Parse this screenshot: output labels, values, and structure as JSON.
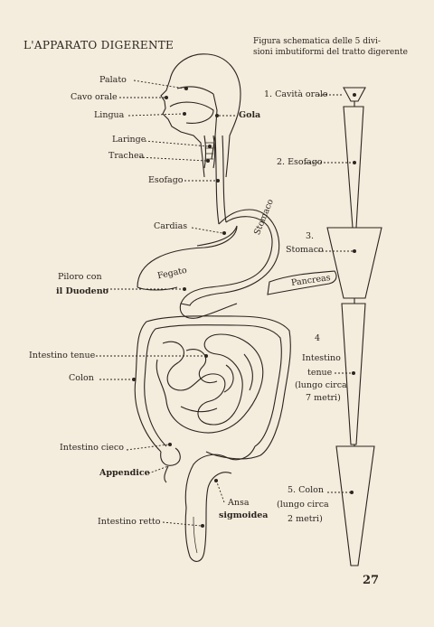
{
  "title": "L'APPARATO DIGERENTE",
  "caption_line1": "Figura schematica delle 5 divi-",
  "caption_line2": "sioni imbutiformi del tratto digerente",
  "labels": {
    "palato": "Palato",
    "cavo_orale": "Cavo orale",
    "lingua": "Lingua",
    "gola": "Gola",
    "laringe": "Laringe",
    "trachea": "Trachea",
    "esofago": "Esofago",
    "cardias": "Cardias",
    "stomaco": "Stomaco",
    "fegato": "Fegato",
    "piloro_line1": "Piloro con",
    "piloro_line2": "il Duodeno",
    "pancreas": "Pancreas",
    "intestino_tenue": "Intestino tenue",
    "colon": "Colon",
    "intestino_cieco": "Intestino cieco",
    "appendice": "Appendice",
    "ansa_line1": "Ansa",
    "ansa_line2": "sigmoidea",
    "intestino_retto": "Intestino retto"
  },
  "divisions": {
    "d1": "1.  Cavità orale",
    "d2": "2.  Esofago",
    "d3_num": "3.",
    "d3_name": "Stomaco",
    "d4_num": "4",
    "d4_line1": "Intestino",
    "d4_line2": "tenue",
    "d4_line3": "(lungo circa",
    "d4_line4": "7 metri)",
    "d5_line1": "5.  Colon",
    "d5_line2": "(lungo circa",
    "d5_line3": "2 metri)"
  },
  "page_number": "27"
}
